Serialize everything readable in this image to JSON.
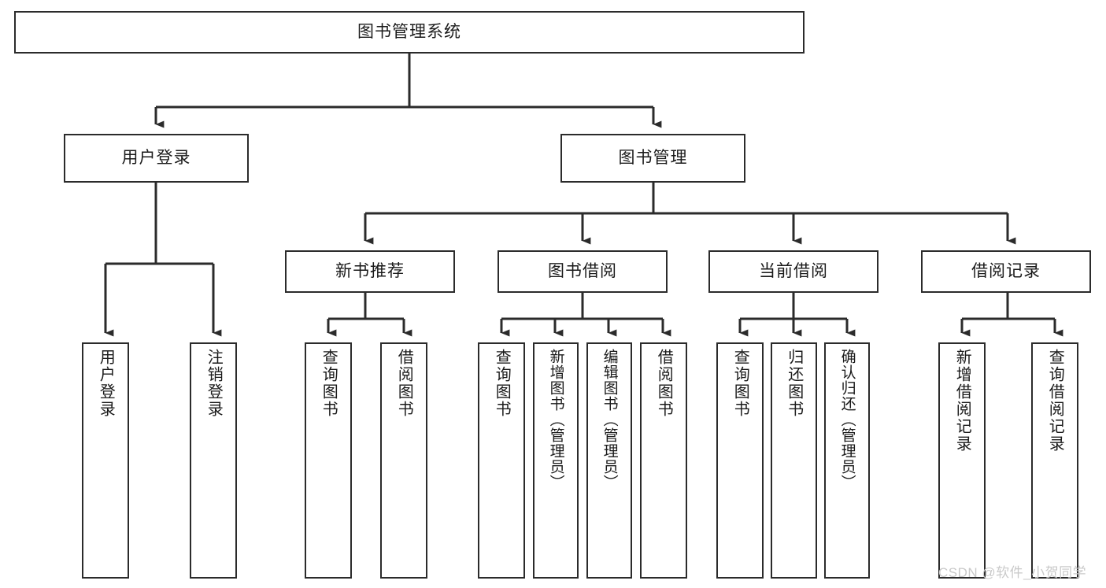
{
  "diagram": {
    "type": "tree-hierarchy-chart",
    "title": "图书管理系统",
    "orientation": "top-down",
    "line_color": "#2b2b2b",
    "box_fill": "#ffffff",
    "text_color": "#1a1a1a"
  },
  "nodes": {
    "root": {
      "label": "图书管理系统",
      "level": 1
    },
    "level2": [
      {
        "id": "user-login",
        "label": "用户登录",
        "level": 2
      },
      {
        "id": "book-management",
        "label": "图书管理",
        "level": 2
      }
    ],
    "level3": [
      {
        "id": "new-book-recommend",
        "label": "新书推荐",
        "level": 3,
        "parent": "book-management"
      },
      {
        "id": "book-borrow",
        "label": "图书借阅",
        "level": 3,
        "parent": "book-management"
      },
      {
        "id": "current-borrow",
        "label": "当前借阅",
        "level": 3,
        "parent": "book-management"
      },
      {
        "id": "borrow-record",
        "label": "借阅记录",
        "level": 3,
        "parent": "book-management"
      }
    ],
    "leaves": [
      {
        "id": "leaf-user-login",
        "label": "用户登录",
        "parent": "user-login"
      },
      {
        "id": "leaf-user-logout",
        "label": "注销登录",
        "parent": "user-login"
      },
      {
        "id": "leaf-query-book-1",
        "label": "查询图书",
        "parent": "new-book-recommend"
      },
      {
        "id": "leaf-borrow-book-1",
        "label": "借阅图书",
        "parent": "new-book-recommend"
      },
      {
        "id": "leaf-query-book-2",
        "label": "查询图书",
        "parent": "book-borrow"
      },
      {
        "id": "leaf-add-book",
        "label": "新增图书（管理员）",
        "parent": "book-borrow"
      },
      {
        "id": "leaf-edit-book",
        "label": "编辑图书（管理员）",
        "parent": "book-borrow"
      },
      {
        "id": "leaf-borrow-book-2",
        "label": "借阅图书",
        "parent": "book-borrow"
      },
      {
        "id": "leaf-query-book-3",
        "label": "查询图书",
        "parent": "current-borrow"
      },
      {
        "id": "leaf-return-book",
        "label": "归还图书",
        "parent": "current-borrow"
      },
      {
        "id": "leaf-confirm-return",
        "label": "确认归还（管理员）",
        "parent": "current-borrow"
      },
      {
        "id": "leaf-add-record",
        "label": "新增借阅记录",
        "parent": "borrow-record"
      },
      {
        "id": "leaf-query-record",
        "label": "查询借阅记录",
        "parent": "borrow-record"
      }
    ]
  },
  "watermark": {
    "text": "CSDN @软件_小贺同学"
  }
}
